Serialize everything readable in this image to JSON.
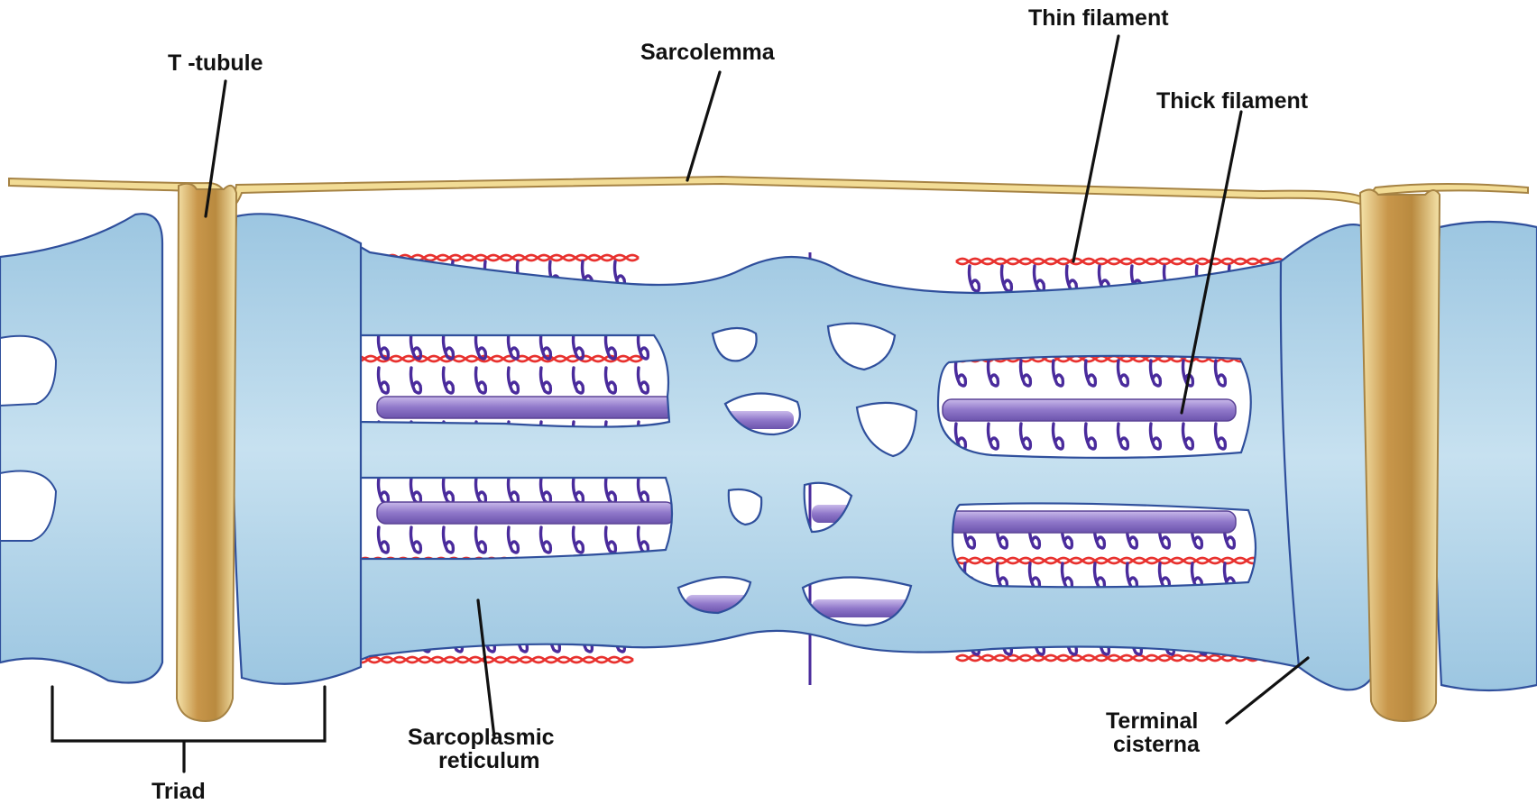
{
  "labels": {
    "t_tubule": "T -tubule",
    "sarcolemma": "Sarcolemma",
    "thin_filament": "Thin filament",
    "thick_filament": "Thick filament",
    "sarcoplasmic_line1": "Sarcoplasmic",
    "sarcoplasmic_line2": "reticulum",
    "terminal_line1": "Terminal",
    "terminal_line2": "cisterna",
    "triad": "Triad"
  },
  "colors": {
    "background": "#ffffff",
    "reticulum_fill": "#b4d6ea",
    "reticulum_edge": "#2f4f9c",
    "t_tubule_fill": "#c89a4c",
    "sarcolemma_fill": "#f2dc95",
    "thin_filament": "#e8312e",
    "thick_filament": "#8f77c9",
    "myosin_head": "#4a2b9c",
    "leader_line": "#111111"
  }
}
